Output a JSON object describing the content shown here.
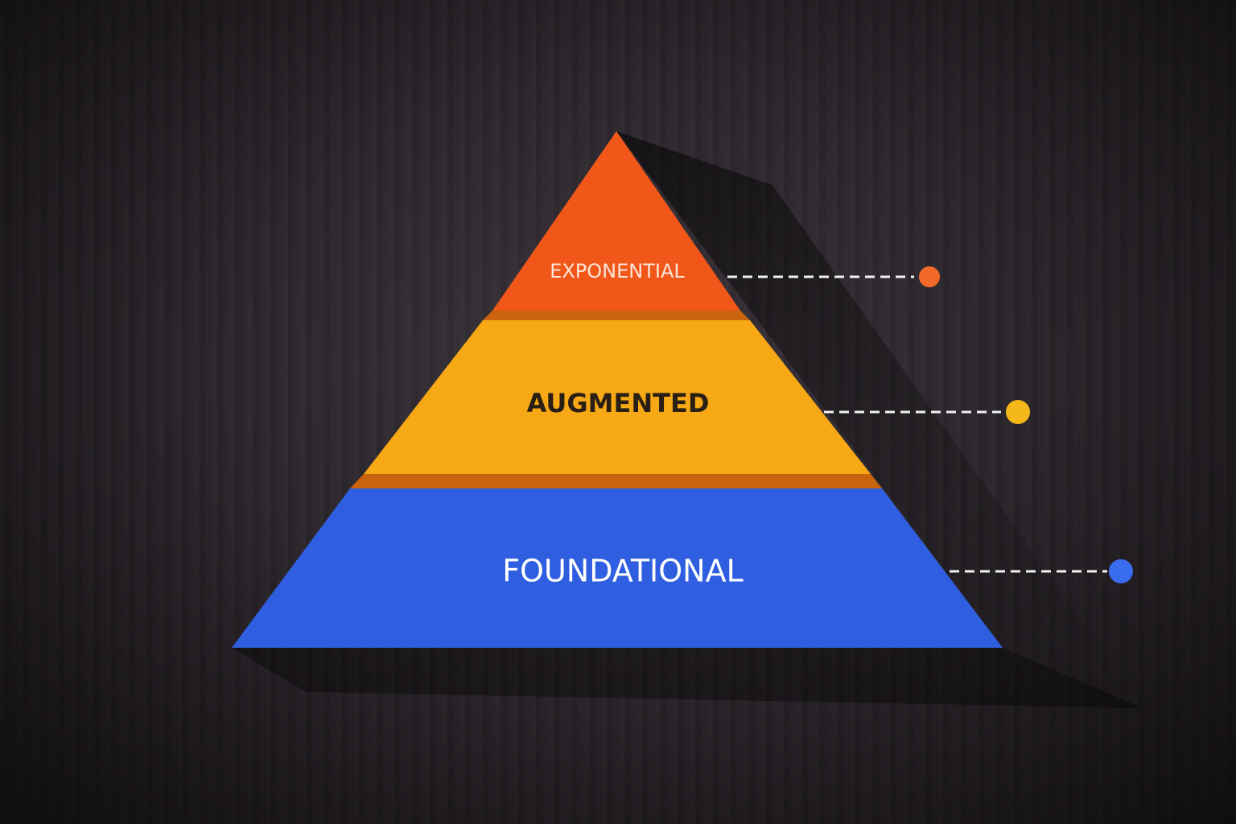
{
  "diagram": {
    "tiers": [
      {
        "label": "EXPONENTIAL",
        "color": "#f2571a",
        "text_color": "#fbe6d8"
      },
      {
        "label": "AUGMENTED",
        "color": "#f6a815",
        "text_color": "#2a1f14"
      },
      {
        "label": "FOUNDATIONAL",
        "color": "#2f5fe0",
        "text_color": "#ffffff"
      }
    ],
    "markers": [
      {
        "color": "#f26a2a"
      },
      {
        "color": "#f5b81a"
      },
      {
        "color": "#3a6cf0"
      }
    ],
    "background_color": "#2b262c",
    "separator_color": "#c9630e"
  }
}
